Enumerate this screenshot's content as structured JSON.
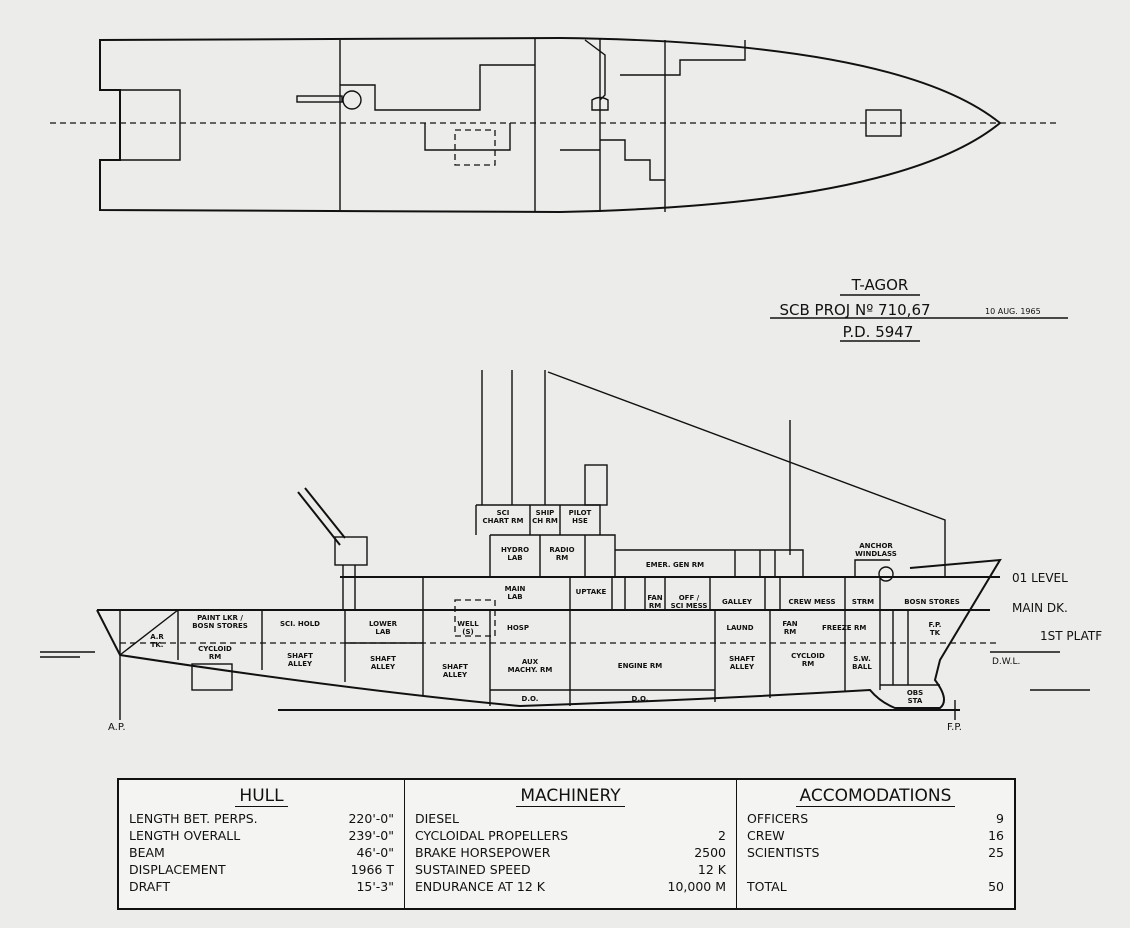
{
  "title_block": {
    "name": "T-AGOR",
    "project": "SCB PROJ Nº 710,67",
    "date": "10 AUG. 1965",
    "pd": "P.D. 5947"
  },
  "profile": {
    "rooms": [
      "SCI CHART RM",
      "SHIP CH RM",
      "PILOT HSE",
      "HYDRO LAB",
      "RADIO RM",
      "MAIN LAB",
      "UPTAKE",
      "EMER. GEN RM",
      "FAN RM",
      "OFF / SCI MESS",
      "GALLEY",
      "CREW MESS",
      "STRM",
      "BOSN STORES",
      "PAINT LKR / BOSN STORES",
      "A.R TK.",
      "CYCLOID RM",
      "SCI. HOLD",
      "LOWER LAB",
      "WELL (S)",
      "HOSP",
      "SHAFT ALLEY",
      "SHAFT ALLEY",
      "SHAFT ALLEY",
      "AUX MACHY. RM",
      "ENGINE RM",
      "D.O.",
      "D.O.",
      "LAUND",
      "FAN RM",
      "FREEZE RM",
      "F.P. TK",
      "SHAFT ALLEY",
      "CYCLOID RM",
      "S.W. BALL",
      "OBS STA",
      "ANCHOR WINDLASS"
    ],
    "levels": {
      "level01": "01 LEVEL",
      "main_deck": "MAIN DK.",
      "platform": "1ST PLATF",
      "dwl": "D.W.L.",
      "ap": "A.P.",
      "fp": "F.P."
    }
  },
  "table": {
    "hull": {
      "heading": "HULL",
      "rows": [
        {
          "label": "Length Bet. Perps.",
          "value": "220'-0\""
        },
        {
          "label": "Length Overall",
          "value": "239'-0\""
        },
        {
          "label": "Beam",
          "value": "46'-0\""
        },
        {
          "label": "Displacement",
          "value": "1966 T"
        },
        {
          "label": "Draft",
          "value": "15'-3\""
        }
      ]
    },
    "machinery": {
      "heading": "MACHINERY",
      "rows": [
        {
          "label": "Diesel",
          "value": ""
        },
        {
          "label": "Cycloidal Propellers",
          "value": "2"
        },
        {
          "label": "Brake Horsepower",
          "value": "2500"
        },
        {
          "label": "Sustained Speed",
          "value": "12 K"
        },
        {
          "label": "Endurance at 12 K",
          "value": "10,000 M"
        }
      ]
    },
    "accommodations": {
      "heading": "ACCOMODATIONS",
      "rows": [
        {
          "label": "Officers",
          "value": "9"
        },
        {
          "label": "Crew",
          "value": "16"
        },
        {
          "label": "Scientists",
          "value": "25"
        },
        {
          "label": "",
          "value": ""
        },
        {
          "label": "Total",
          "value": "50"
        }
      ]
    }
  }
}
